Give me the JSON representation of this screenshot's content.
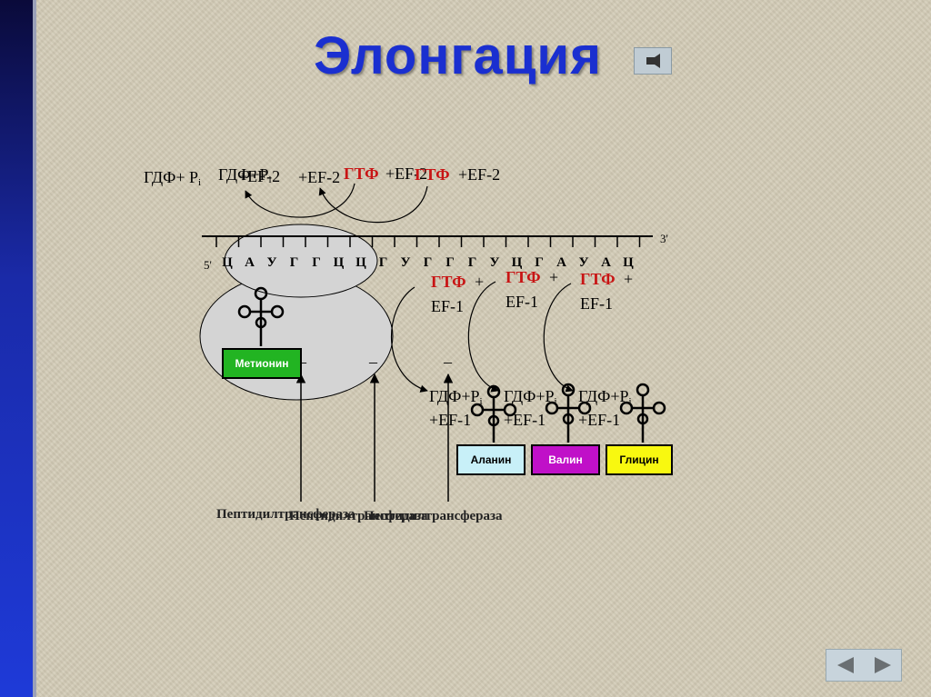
{
  "title": "Элонгация",
  "mrna": {
    "end3": "3'",
    "end5": "5'",
    "codons": [
      "Ц",
      "А",
      "У",
      "Г",
      "Г",
      "Ц",
      "Ц",
      "Г",
      "У",
      "Г",
      "Г",
      "Г",
      "У",
      "Ц",
      "Г",
      "А",
      "У",
      "А",
      "Ц"
    ]
  },
  "top_reaction": {
    "gdp_left": "ГДФ+ P",
    "sub_i_1": "i",
    "gdp_mid": "ГДФ+P",
    "sub_i_2": "i",
    "ef2_a": "+EF-2",
    "ef2_b": " +EF-2",
    "gtp1": "ГТФ",
    "ef2_c": "+EF-2",
    "gtp2": "ГТФ",
    "ef2_d": "+EF-2"
  },
  "gtp_ef1": [
    {
      "gtp": "ГТФ",
      "plus": "+",
      "ef": "EF-1"
    },
    {
      "gtp": "ГТФ",
      "plus": "+",
      "ef": "EF-1"
    },
    {
      "gtp": "ГТФ",
      "plus": "+",
      "ef": "EF-1"
    }
  ],
  "gdp_ef1": [
    {
      "gdp": "ГДФ+P",
      "sub": "i",
      "ef": "+EF-1"
    },
    {
      "gdp": "ГДФ+P",
      "sub": "i",
      "ef": "+EF-1"
    },
    {
      "gdp": "ГДФ+P",
      "sub": "i",
      "ef": "+EF-1"
    }
  ],
  "amino_acids": [
    {
      "label": "Метионин",
      "color": "#22b422",
      "text_color": "#ffffff"
    },
    {
      "label": "Аланин",
      "color": "#c8f0f8",
      "text_color": "#000000"
    },
    {
      "label": "Валин",
      "color": "#c010c8",
      "text_color": "#ffffff"
    },
    {
      "label": "Глицин",
      "color": "#f8f810",
      "text_color": "#000000"
    }
  ],
  "dashes": [
    "–",
    "–",
    "–"
  ],
  "enzyme_labels": [
    "Пептидилтрансфераза",
    "Пептидилтрансфераза",
    "Пептидилтрансфераза"
  ],
  "colors": {
    "title": "#1a2fd0",
    "gtp_red": "#c81414",
    "ribosome": "#d4d4d4"
  },
  "icons": [
    "sound-icon",
    "nav-back-icon",
    "nav-forward-icon"
  ]
}
